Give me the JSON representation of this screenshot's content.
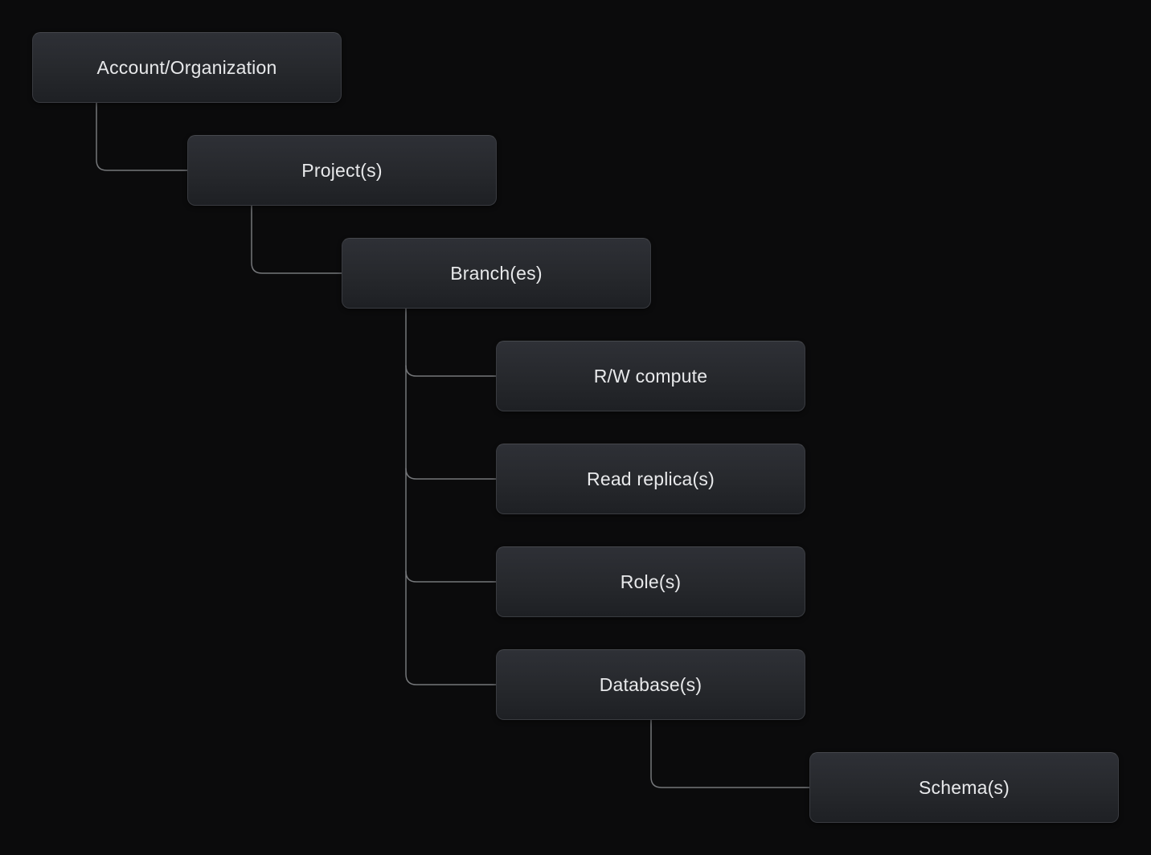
{
  "diagram": {
    "type": "hierarchy-tree",
    "nodes": {
      "account": {
        "label": "Account/Organization"
      },
      "project": {
        "label": "Project(s)"
      },
      "branch": {
        "label": "Branch(es)"
      },
      "rw_compute": {
        "label": "R/W compute"
      },
      "read_replica": {
        "label": "Read replica(s)"
      },
      "role": {
        "label": "Role(s)"
      },
      "database": {
        "label": "Database(s)"
      },
      "schema": {
        "label": "Schema(s)"
      }
    },
    "edges": [
      {
        "from": "account",
        "to": "project"
      },
      {
        "from": "project",
        "to": "branch"
      },
      {
        "from": "branch",
        "to": "rw_compute"
      },
      {
        "from": "branch",
        "to": "read_replica"
      },
      {
        "from": "branch",
        "to": "role"
      },
      {
        "from": "branch",
        "to": "database"
      },
      {
        "from": "database",
        "to": "schema"
      }
    ],
    "colors": {
      "background": "#0b0b0c",
      "node_fill_top": "#2e3036",
      "node_fill_mid": "#26282c",
      "node_fill_bottom": "#1e2024",
      "node_border": "#393b40",
      "node_border_top": "#46484d",
      "connector": "#75777a",
      "text": "#e8e9eb"
    }
  }
}
